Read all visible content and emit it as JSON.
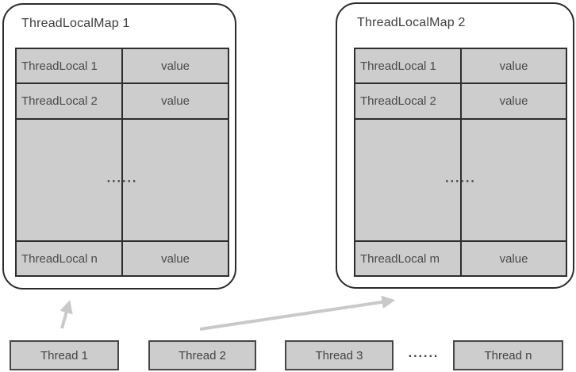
{
  "maps": [
    {
      "title": "ThreadLocalMap 1",
      "rows": [
        {
          "key": "ThreadLocal 1",
          "value": "value"
        },
        {
          "key": "ThreadLocal 2",
          "value": "value"
        },
        {
          "ellipsis": "......"
        },
        {
          "key": "ThreadLocal n",
          "value": "value"
        }
      ]
    },
    {
      "title": "ThreadLocalMap 2",
      "rows": [
        {
          "key": "ThreadLocal 1",
          "value": "value"
        },
        {
          "key": "ThreadLocal 2",
          "value": "value"
        },
        {
          "ellipsis": "......"
        },
        {
          "key": "ThreadLocal m",
          "value": "value"
        }
      ]
    }
  ],
  "threads": {
    "items": [
      "Thread 1",
      "Thread 2",
      "Thread 3",
      "Thread n"
    ],
    "ellipsis": "......"
  },
  "arrows": [
    {
      "from": "Thread 1",
      "to": "ThreadLocalMap 1"
    },
    {
      "from": "Thread 2",
      "to": "ThreadLocalMap 2"
    }
  ],
  "colors": {
    "cell_fill": "#cdcdcd",
    "table_border": "#2e2e2e",
    "box_border": "#2b2b2b",
    "arrow": "#c9c9c9",
    "text": "#4a4a4a"
  }
}
